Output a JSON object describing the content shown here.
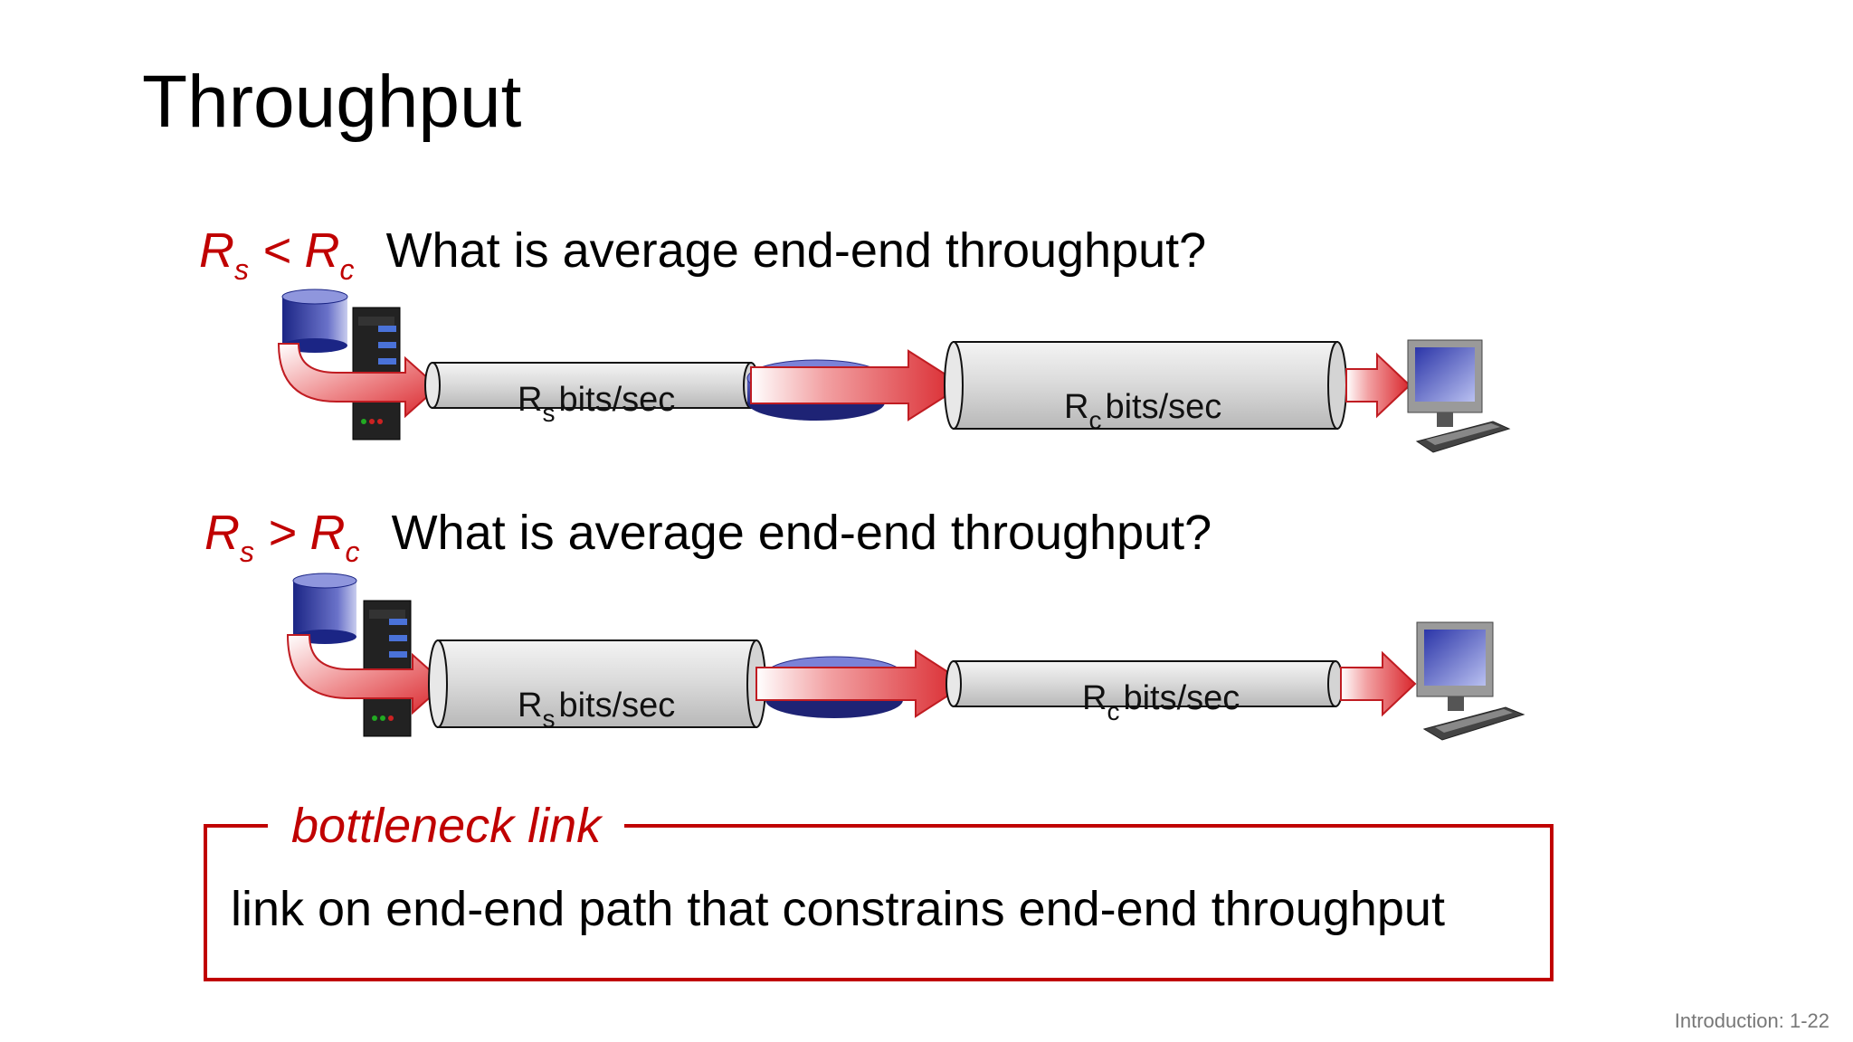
{
  "slide": {
    "title": "Throughput",
    "footer": "Introduction: 1-22"
  },
  "scenario1": {
    "cond_left": "R",
    "cond_left_sub": "s",
    "cond_op": " < ",
    "cond_right": "R",
    "cond_right_sub": "c",
    "question": "What is average end-end throughput?",
    "link_s_label": "R",
    "link_s_sub": "s",
    "link_s_unit": "bits/sec",
    "link_c_label": "R",
    "link_c_sub": "c",
    "link_c_unit": "bits/sec"
  },
  "scenario2": {
    "cond_left": "R",
    "cond_left_sub": "s",
    "cond_op": " > ",
    "cond_right": "R",
    "cond_right_sub": "c",
    "question": "What is average end-end throughput?",
    "link_s_label": "R",
    "link_s_sub": "s",
    "link_s_unit": "bits/sec",
    "link_c_label": "R",
    "link_c_sub": "c",
    "link_c_unit": "bits/sec"
  },
  "bottleneck": {
    "title": "bottleneck link",
    "definition": "link on end-end path that constrains  end-end throughput"
  },
  "colors": {
    "accent": "#c00000",
    "arrow": "#d9262c",
    "database": "#1e2a8c",
    "router": "#3a3fa8",
    "pipe_fill": "#e6e6e6"
  }
}
